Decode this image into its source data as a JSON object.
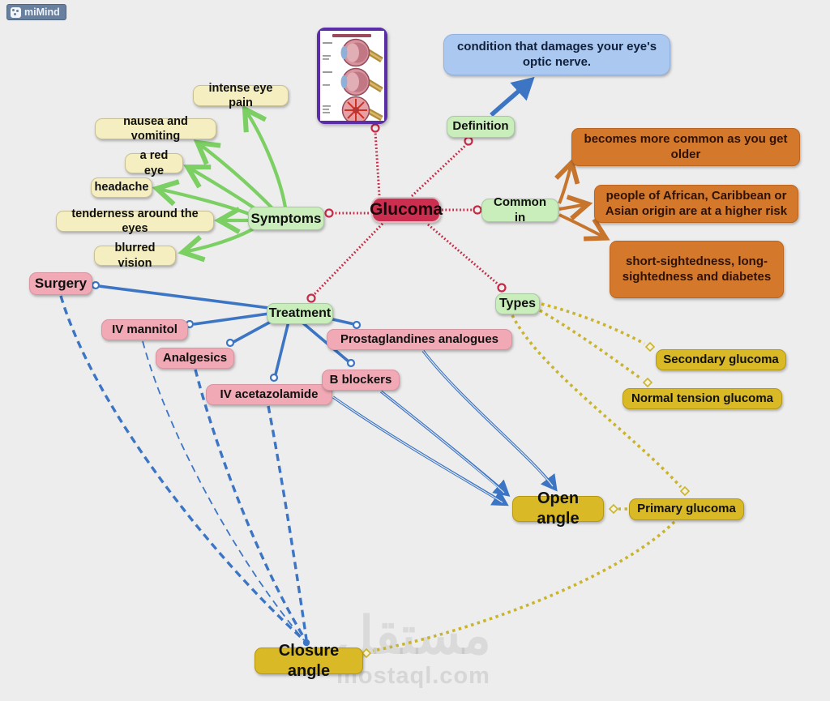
{
  "app_badge": {
    "label": "miMind"
  },
  "colors": {
    "background": "#ededed",
    "root_fill": "#cb2e4e",
    "branch_fill": "#c9eebc",
    "symptom_fill": "#f4eec0",
    "treatment_fill": "#f1a9b5",
    "type_fill": "#d9ba26",
    "fact_fill": "#d4792b",
    "note_fill": "#abc8f0",
    "red_link": "#c52a46",
    "green_link": "#7bcf63",
    "orange_link": "#c7742c",
    "blue_link": "#3c75c3",
    "gold_link": "#c9b42c",
    "frame_purple": "#5b2da6"
  },
  "map": {
    "root": {
      "label": "Glucoma"
    },
    "attachment": {
      "name": "glaucoma-eye-diagram"
    },
    "definition": {
      "label": "Definition",
      "note": "condition that damages your eye's optic nerve."
    },
    "common_in": {
      "label": "Common in",
      "facts": [
        "becomes more common as you get older",
        "people of African, Caribbean or Asian origin are at a higher risk",
        "short-sightedness, long-sightedness and diabetes"
      ]
    },
    "symptoms": {
      "label": "Symptoms",
      "items": [
        "intense eye pain",
        "nausea and vomiting",
        "a red eye",
        "headache",
        "tenderness around the eyes",
        "blurred vision"
      ]
    },
    "treatment": {
      "label": "Treatment",
      "items": [
        "Surgery",
        "IV mannitol",
        "Analgesics",
        "IV acetazolamide",
        "B blockers",
        "Prostaglandines analogues"
      ]
    },
    "types": {
      "label": "Types",
      "items": [
        "Secondary glucoma",
        "Normal tension glucoma",
        "Primary glucoma"
      ]
    },
    "angle_types": {
      "open": "Open angle",
      "closure": "Closure angle"
    }
  },
  "watermark": {
    "word_ar": "مستقل",
    "word_en": "mostaql.com"
  }
}
